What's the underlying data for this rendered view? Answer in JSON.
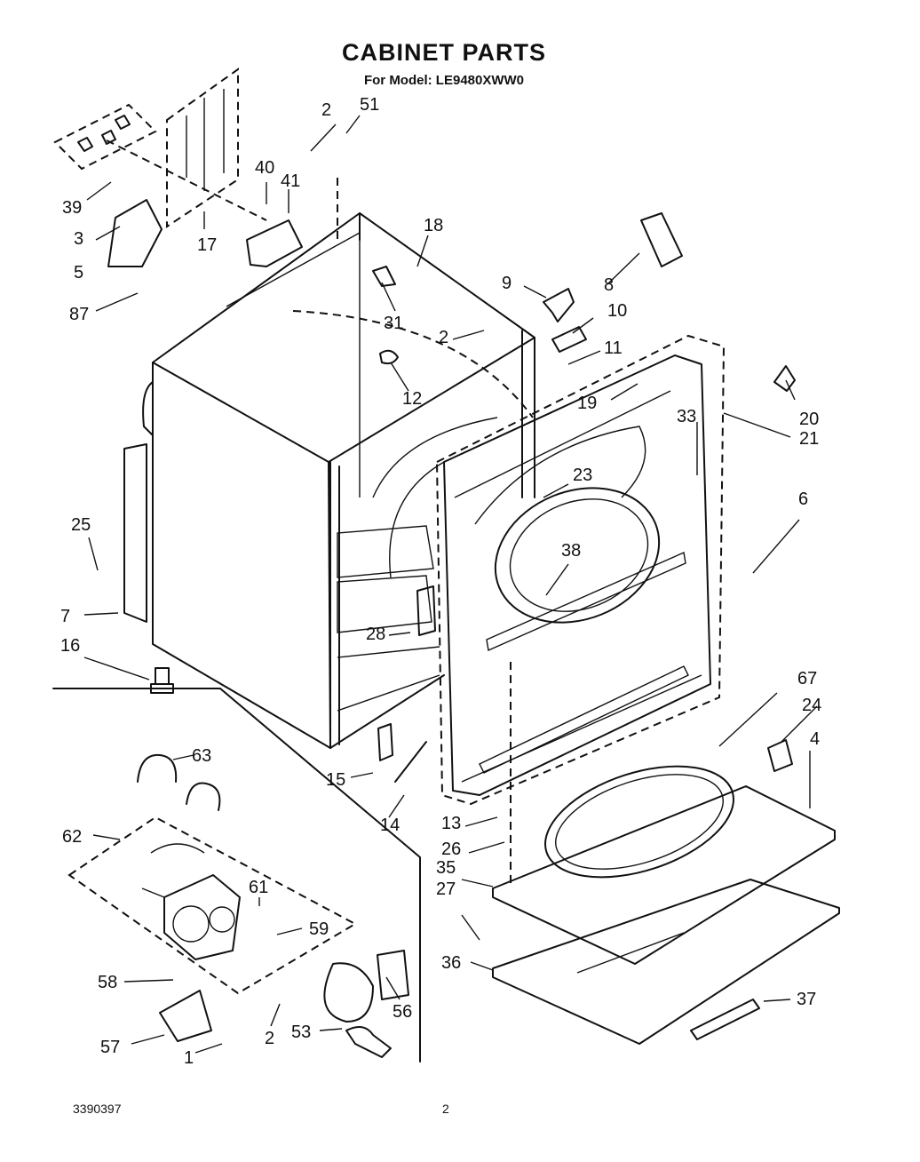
{
  "header": {
    "title": "CABINET PARTS",
    "subtitle": "For Model: LE9480XWW0"
  },
  "footer": {
    "doc_number": "3390397",
    "page_number": "2"
  },
  "callouts": {
    "c1": "1",
    "c2a": "2",
    "c2b": "2",
    "c2c": "2",
    "c3": "3",
    "c4": "4",
    "c5": "5",
    "c6": "6",
    "c7": "7",
    "c8": "8",
    "c9": "9",
    "c10": "10",
    "c11": "11",
    "c12": "12",
    "c13": "13",
    "c14": "14",
    "c15": "15",
    "c16": "16",
    "c17": "17",
    "c18": "18",
    "c19": "19",
    "c20": "20",
    "c21": "21",
    "c23": "23",
    "c24": "24",
    "c25": "25",
    "c26": "26",
    "c27": "27",
    "c28": "28",
    "c31": "31",
    "c33": "33",
    "c35": "35",
    "c36": "36",
    "c37": "37",
    "c38": "38",
    "c39": "39",
    "c40": "40",
    "c41": "41",
    "c51": "51",
    "c53": "53",
    "c56": "56",
    "c57": "57",
    "c58": "58",
    "c59": "59",
    "c61": "61",
    "c62": "62",
    "c63": "63",
    "c67": "67",
    "c87": "87"
  }
}
